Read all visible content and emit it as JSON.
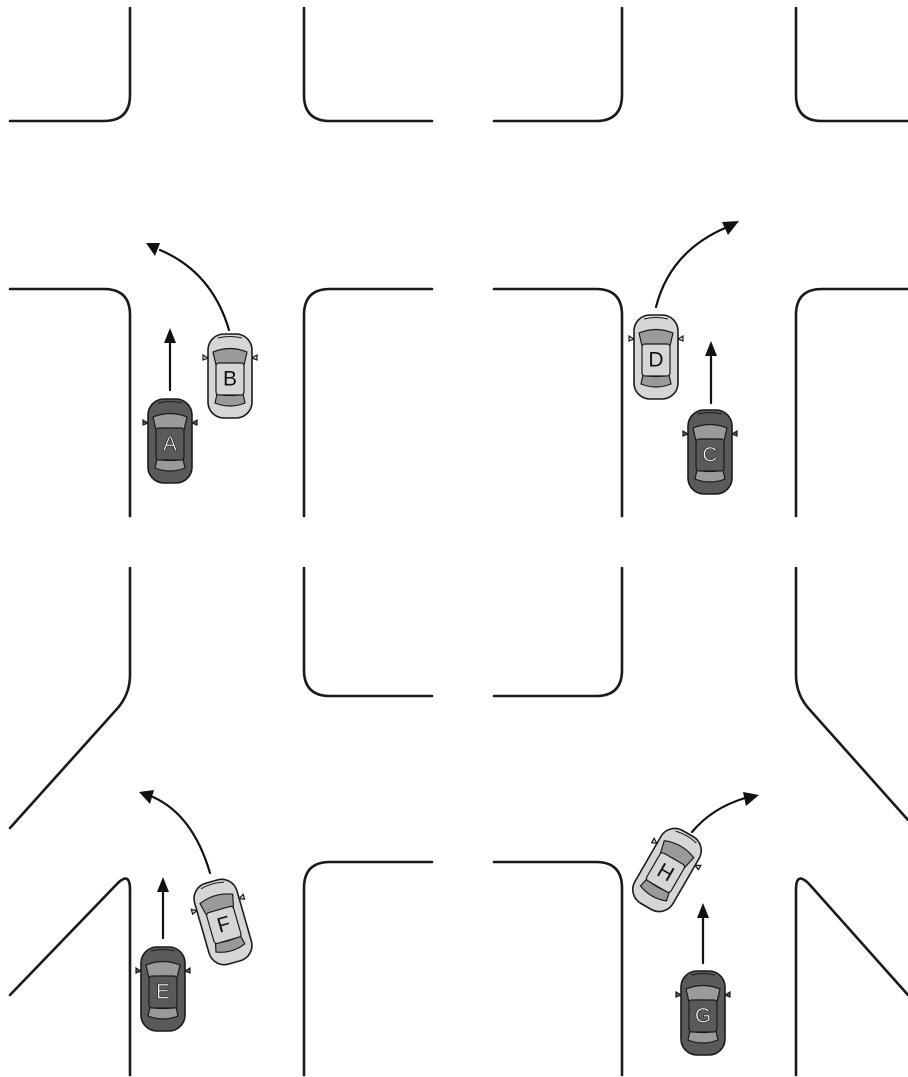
{
  "colors": {
    "dark_car_body": "#5a5a5a",
    "dark_car_glass": "#3f3f3f",
    "light_car_body": "#d6d6d6",
    "light_car_glass": "#bfbfbf",
    "outline": "#1a1a1a"
  },
  "cars": [
    {
      "id": "A",
      "label": "A",
      "shade": "dark",
      "motion": "straight"
    },
    {
      "id": "B",
      "label": "B",
      "shade": "light",
      "motion": "left-turn"
    },
    {
      "id": "C",
      "label": "C",
      "shade": "dark",
      "motion": "straight"
    },
    {
      "id": "D",
      "label": "D",
      "shade": "light",
      "motion": "right-turn"
    },
    {
      "id": "E",
      "label": "E",
      "shade": "dark",
      "motion": "straight"
    },
    {
      "id": "F",
      "label": "F",
      "shade": "light",
      "motion": "left-turn"
    },
    {
      "id": "G",
      "label": "G",
      "shade": "dark",
      "motion": "straight"
    },
    {
      "id": "H",
      "label": "H",
      "shade": "light",
      "motion": "right-turn"
    }
  ]
}
